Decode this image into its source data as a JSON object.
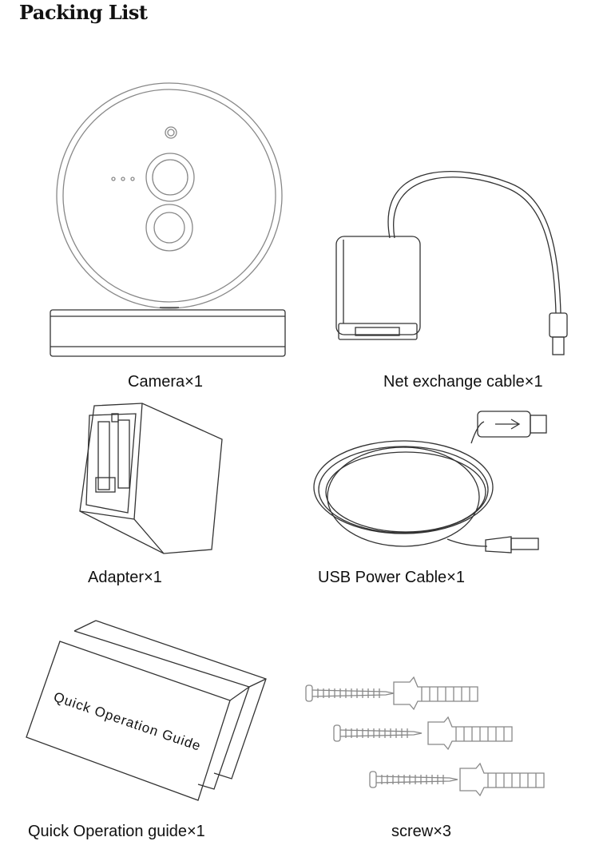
{
  "title": "Packing List",
  "items": [
    {
      "label": "Camera×1"
    },
    {
      "label": "Net exchange cable×1"
    },
    {
      "label": "Adapter×1"
    },
    {
      "label": "USB Power Cable×1"
    },
    {
      "label": "Quick Operation guide×1",
      "booklet_text": "Quick Operation Guide"
    },
    {
      "label": "screw×3"
    }
  ]
}
